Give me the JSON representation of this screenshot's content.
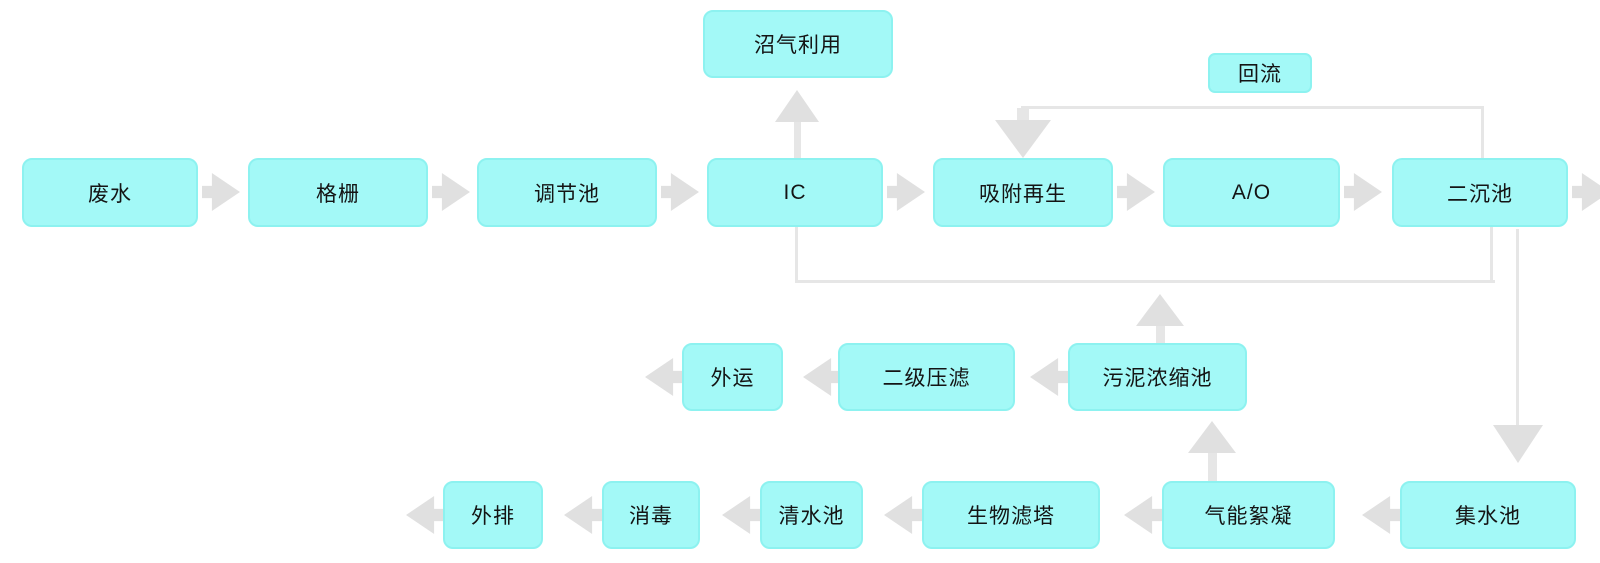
{
  "colors": {
    "box_fill": "#a3f9f7",
    "box_border": "#8df2f0",
    "arrow": "#e0e0e0",
    "line": "#e6e6e6",
    "text": "#141414"
  },
  "nodes": {
    "wastewater": "废水",
    "bar_screen": "格栅",
    "regulating_tank": "调节池",
    "ic_reactor": "IC",
    "adsorption_regeneration": "吸附再生",
    "ao_process": "A/O",
    "secondary_sedimentation_tank": "二沉池",
    "biogas_utilization": "沼气利用",
    "reflux": "回流",
    "outward_transport": "外运",
    "secondary_filter_press": "二级压滤",
    "sludge_thickening_tank": "污泥浓缩池",
    "final_discharge": "外排",
    "disinfection": "消毒",
    "clean_water_tank": "清水池",
    "biological_filter_tower": "生物滤塔",
    "gas_flocculation": "气能絮凝",
    "collecting_tank": "集水池"
  },
  "edges": [
    [
      "废水",
      "格栅"
    ],
    [
      "格栅",
      "调节池"
    ],
    [
      "调节池",
      "IC"
    ],
    [
      "IC",
      "吸附再生"
    ],
    [
      "IC",
      "沼气利用"
    ],
    [
      "吸附再生",
      "A/O"
    ],
    [
      "A/O",
      "二沉池"
    ],
    [
      "二沉池",
      "回流线-吸附再生"
    ],
    [
      "二沉池",
      "污泥线"
    ],
    [
      "IC",
      "污泥线"
    ],
    [
      "污泥浓缩池",
      "污泥线"
    ],
    [
      "污泥浓缩池",
      "二级压滤"
    ],
    [
      "二级压滤",
      "外运"
    ],
    [
      "二沉池",
      "集水池"
    ],
    [
      "集水池",
      "气能絮凝"
    ],
    [
      "气能絮凝",
      "污泥浓缩池"
    ],
    [
      "气能絮凝",
      "生物滤塔"
    ],
    [
      "生物滤塔",
      "清水池"
    ],
    [
      "清水池",
      "消毒"
    ],
    [
      "消毒",
      "外排"
    ]
  ]
}
